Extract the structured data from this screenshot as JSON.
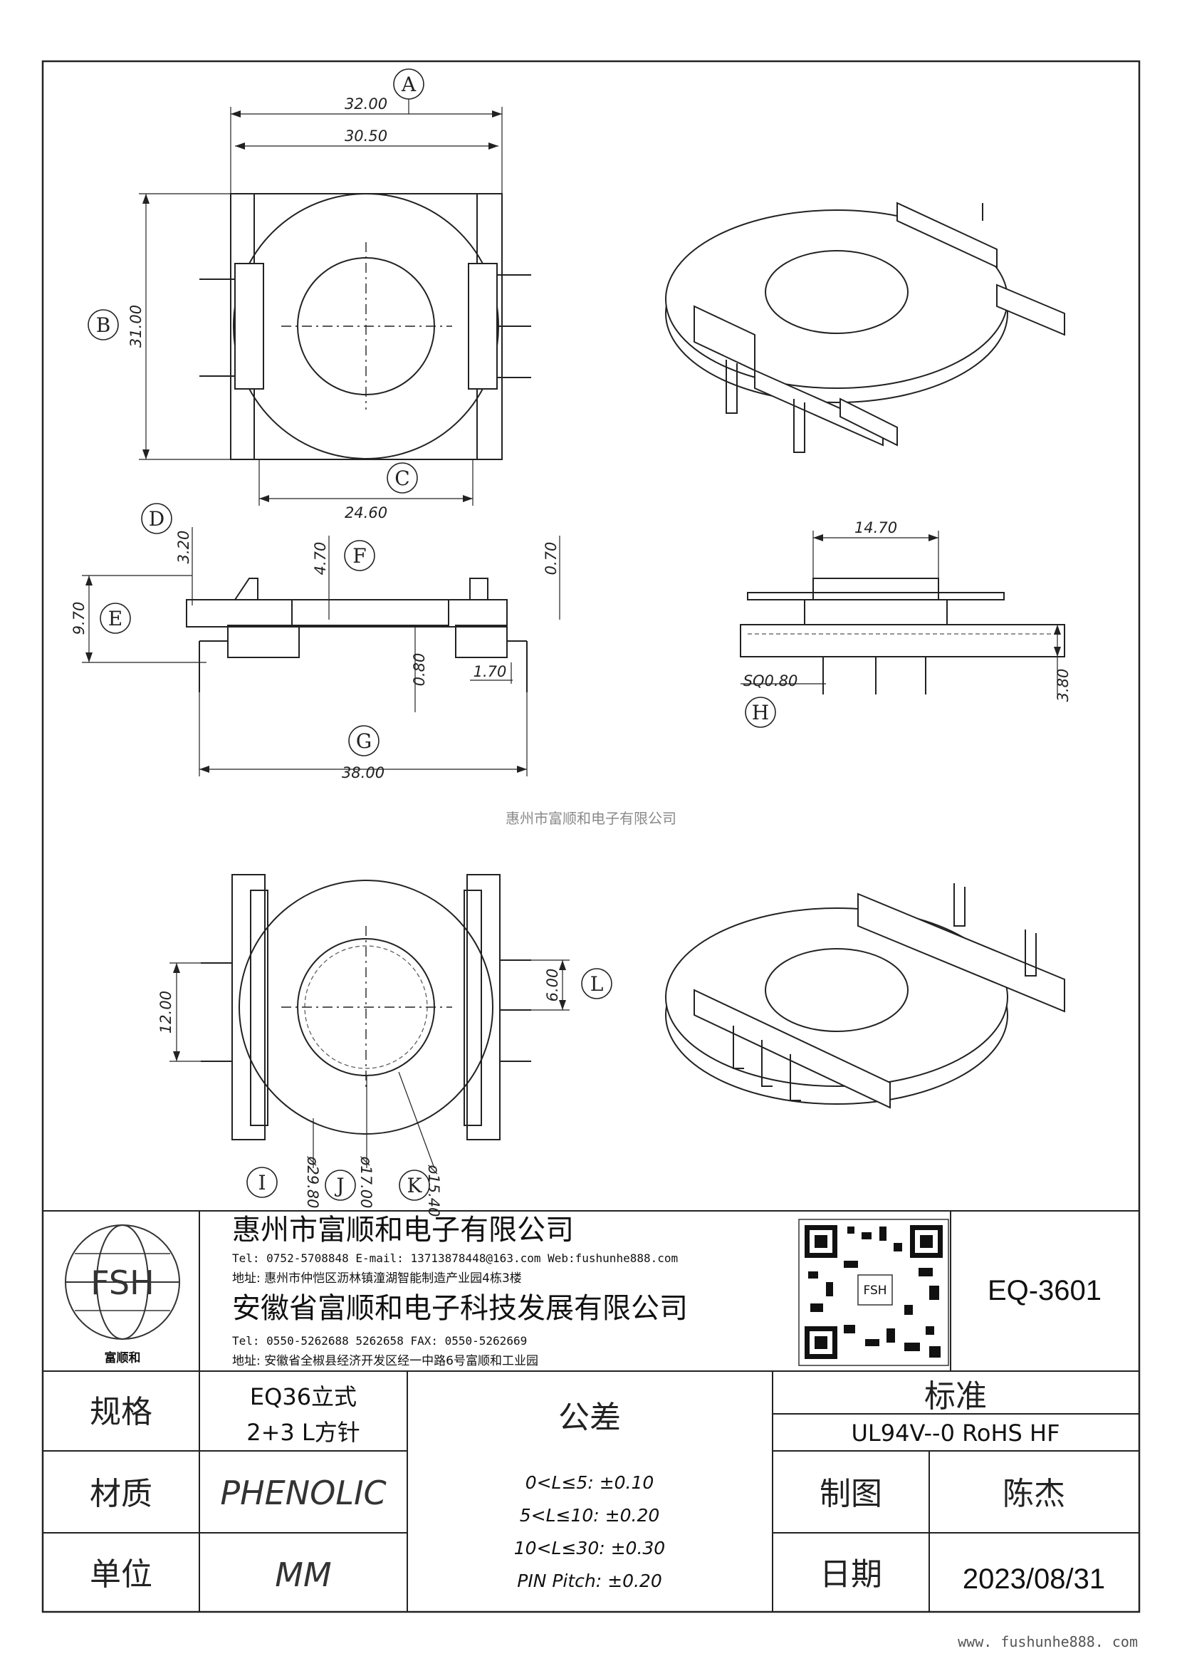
{
  "watermark": "惠州市富顺和电子有限公司",
  "footer_url": "www. fushunhe888. com",
  "callouts": {
    "A": "A",
    "B": "B",
    "C": "C",
    "D": "D",
    "E": "E",
    "F": "F",
    "G": "G",
    "H": "H",
    "I": "I",
    "J": "J",
    "K": "K",
    "L": "L"
  },
  "dimensions": {
    "a_outer": "32.00",
    "a_inner": "30.50",
    "b_height": "31.00",
    "c_width": "24.60",
    "d_thickness": "3.20",
    "f_height": "4.70",
    "top_flange": "0.70",
    "e_height": "9.70",
    "slot": "0.80",
    "pin_offset": "1.70",
    "g_width": "38.00",
    "side_width": "14.70",
    "pin_square": "SQ0.80",
    "pin_length": "3.80",
    "pin_span": "12.00",
    "pin_pitch": "6.00",
    "dia_i": "ø29.80",
    "dia_j": "ø17.00",
    "dia_k": "ø15.40"
  },
  "title_block": {
    "logo_text": "FSH",
    "logo_caption": "富顺和",
    "company1": "惠州市富顺和电子有限公司",
    "contact1": "Tel: 0752-5708848  E-mail: 13713878448@163.com  Web:fushunhe888.com",
    "address1": "地址: 惠州市仲恺区沥林镇潼湖智能制造产业园4栋3楼",
    "company2": "安徽省富顺和电子科技发展有限公司",
    "contact2": "Tel: 0550-5262688  5262658    FAX: 0550-5262669",
    "address2": "地址: 安徽省全椒县经济开发区经一中路6号富顺和工业园",
    "qr_badge": "FSH",
    "part_code": "EQ-3601"
  },
  "spec_table": {
    "spec_label": "规格",
    "spec_value_line1": "EQ36立式",
    "spec_value_line2": "2+3 L方针",
    "tolerance_label": "公差",
    "standard_label": "标准",
    "standard_value": "UL94V--0  RoHS HF",
    "material_label": "材质",
    "material_value": "PHENOLIC",
    "tolerances": [
      "0<L≤5: ±0.10",
      "5<L≤10: ±0.20",
      "10<L≤30: ±0.30",
      "PIN Pitch: ±0.20"
    ],
    "drawn_label": "制图",
    "drawn_value": "陈杰",
    "unit_label": "单位",
    "unit_value": "MM",
    "date_label": "日期",
    "date_value": "2023/08/31"
  }
}
